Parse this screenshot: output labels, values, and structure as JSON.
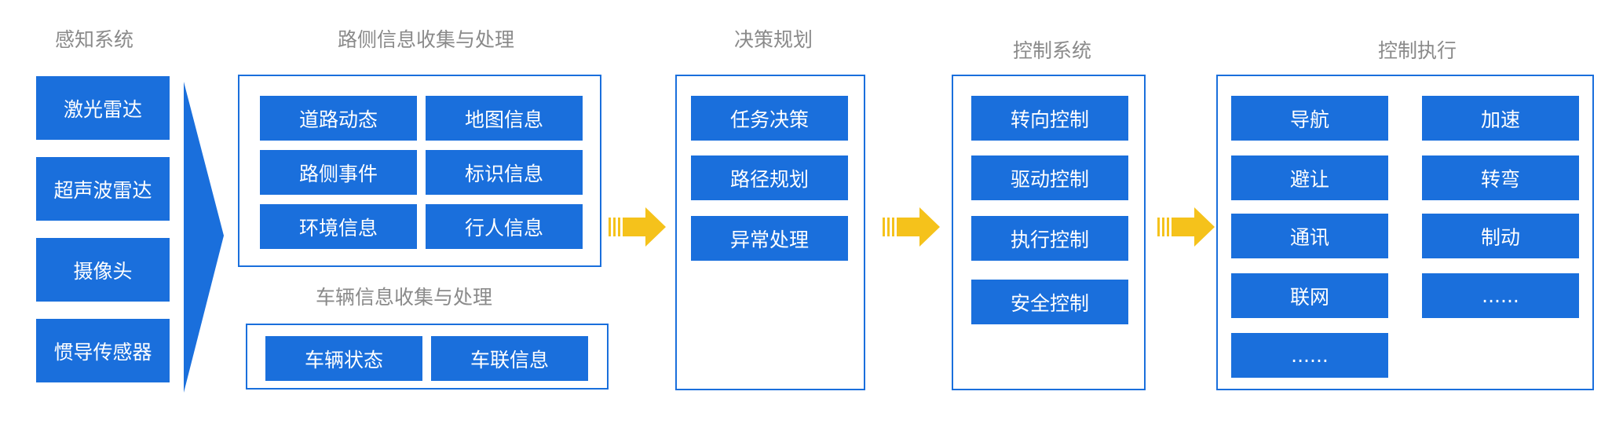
{
  "colors": {
    "primary": "#1a6fdc",
    "arrow": "#f5c21b",
    "title": "#8a8a8a",
    "box_text": "#ffffff"
  },
  "perception": {
    "title": "感知系统",
    "items": [
      "激光雷达",
      "超声波雷达",
      "摄像头",
      "惯导传感器"
    ]
  },
  "roadside": {
    "title": "路侧信息收集与处理",
    "items": [
      "道路动态",
      "地图信息",
      "路侧事件",
      "标识信息",
      "环境信息",
      "行人信息"
    ]
  },
  "vehicle": {
    "title": "车辆信息收集与处理",
    "items": [
      "车辆状态",
      "车联信息"
    ]
  },
  "decision": {
    "title": "决策规划",
    "items": [
      "任务决策",
      "路径规划",
      "异常处理"
    ]
  },
  "control": {
    "title": "控制系统",
    "items": [
      "转向控制",
      "驱动控制",
      "执行控制",
      "安全控制"
    ]
  },
  "execution": {
    "title": "控制执行",
    "items": [
      "导航",
      "加速",
      "避让",
      "转弯",
      "通讯",
      "制动",
      "联网",
      "......",
      "......"
    ]
  }
}
